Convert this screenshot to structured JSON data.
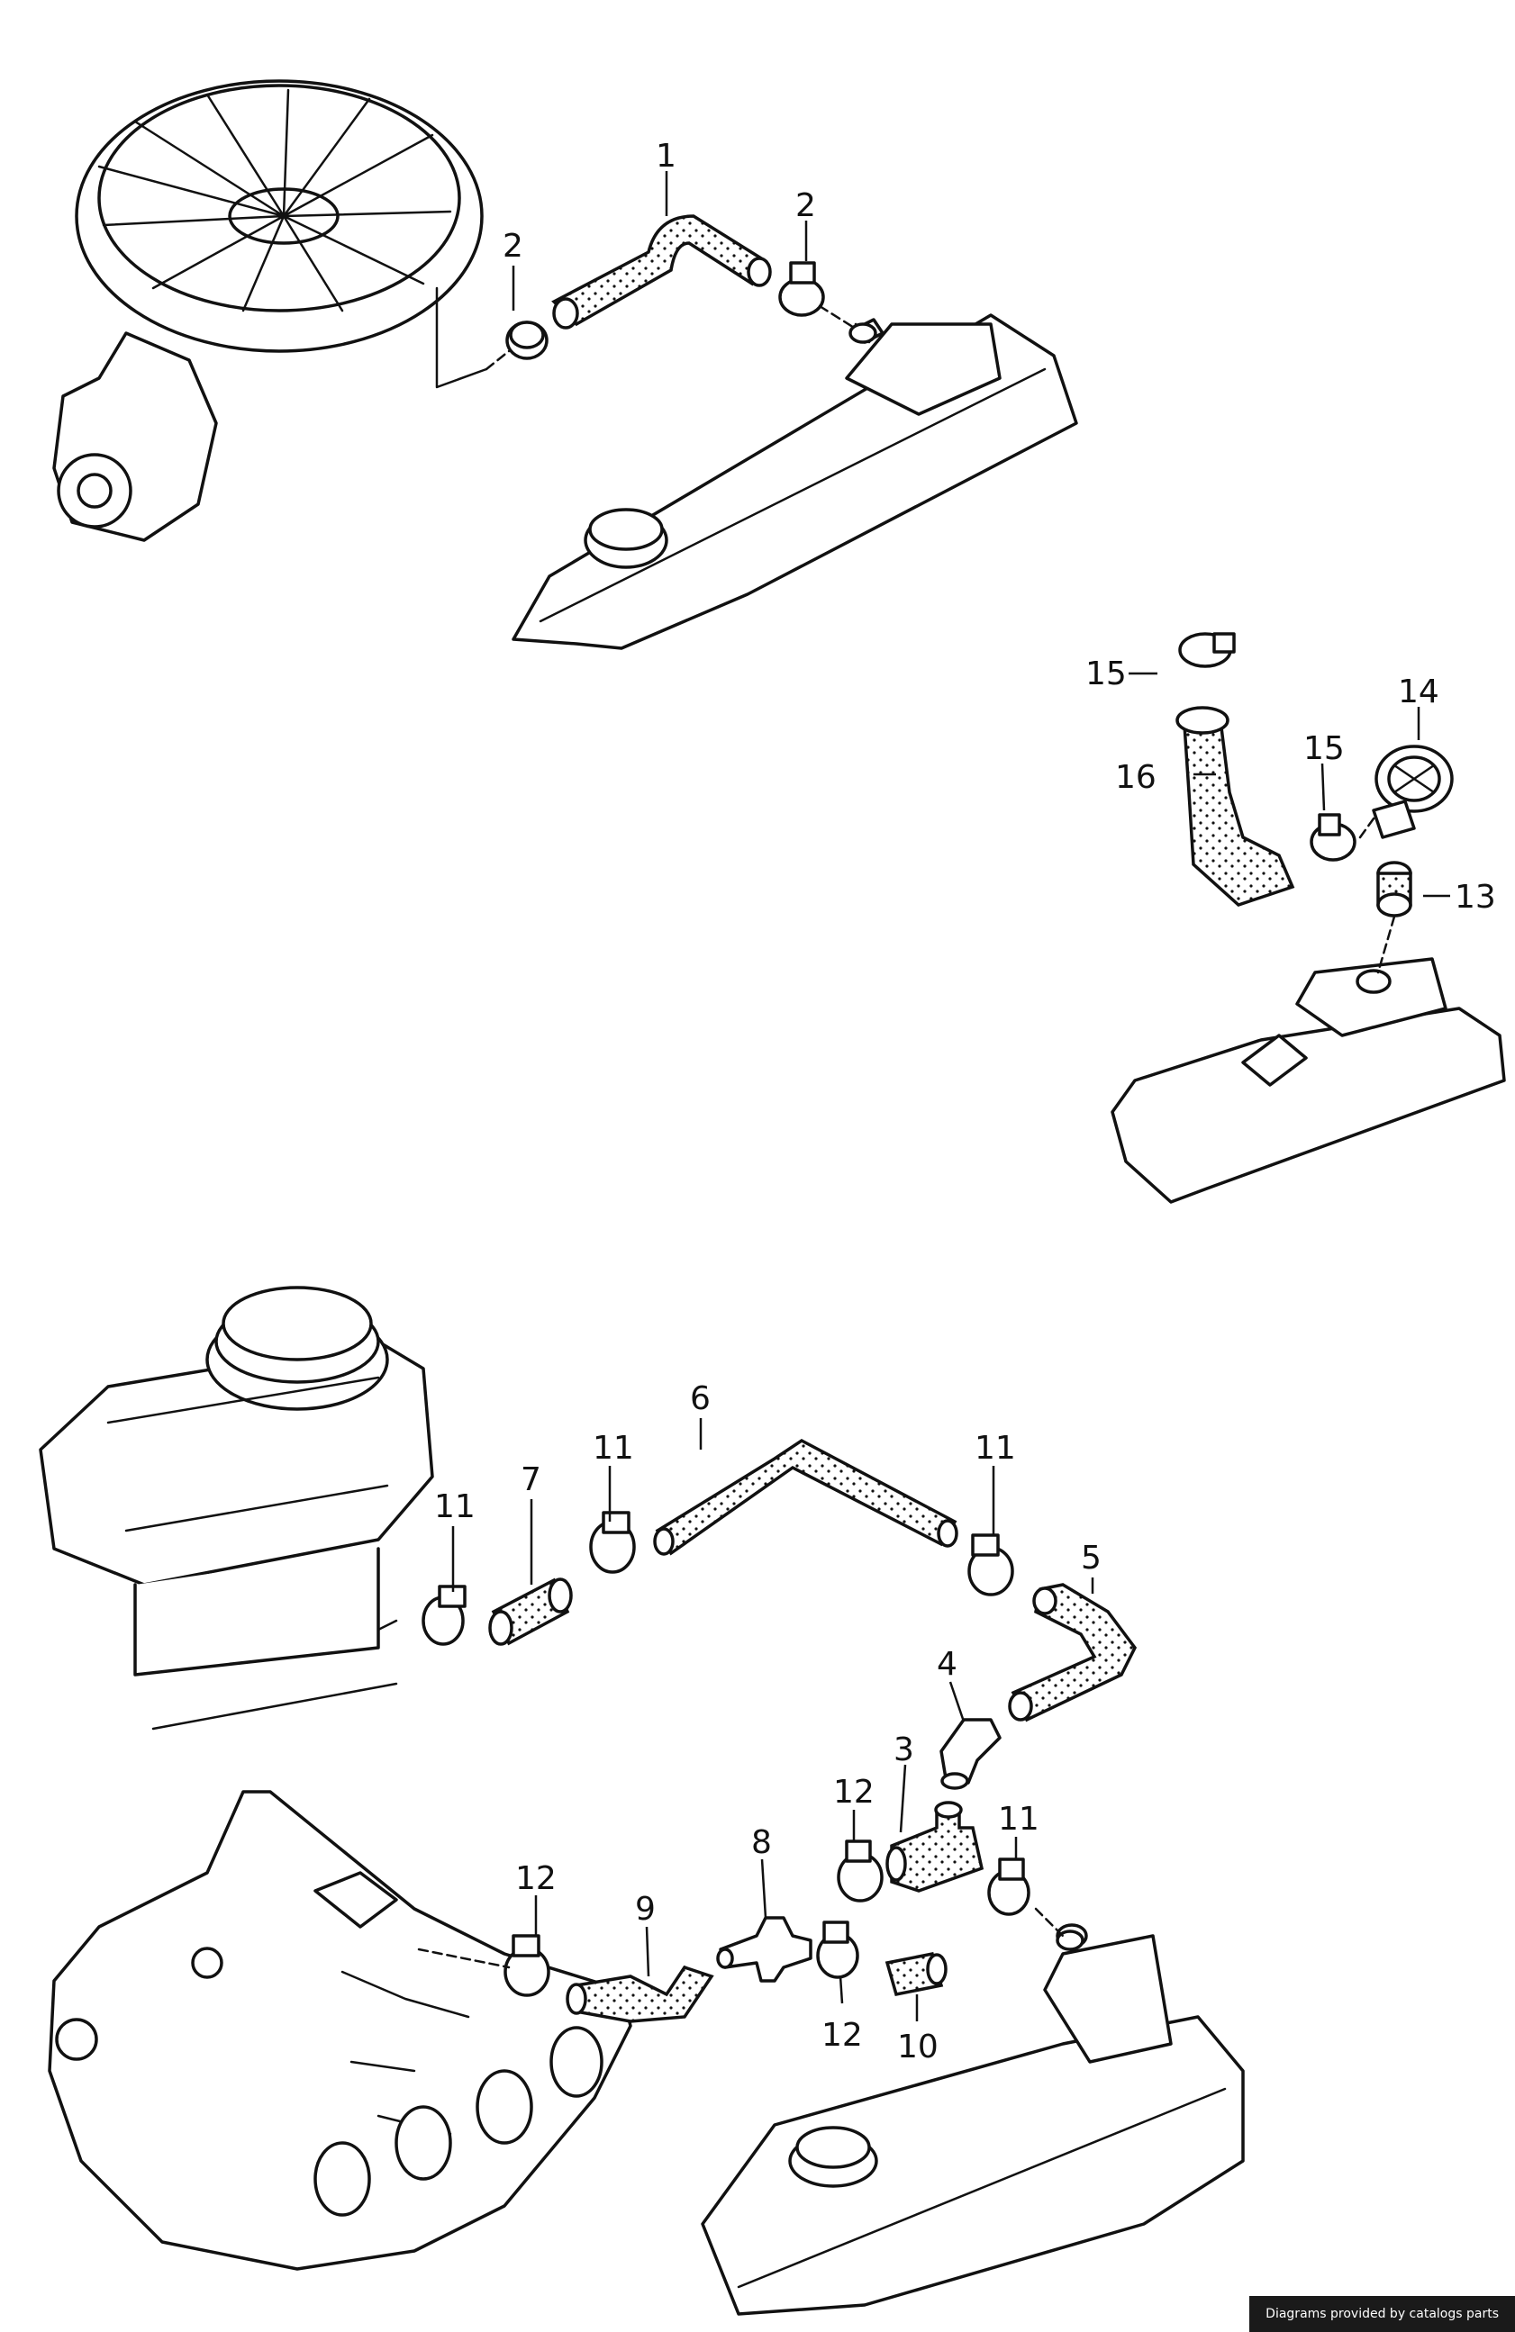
{
  "callouts": {
    "c1": "1",
    "c2a": "2",
    "c2b": "2",
    "c3": "3",
    "c4": "4",
    "c5": "5",
    "c6": "6",
    "c7": "7",
    "c8": "8",
    "c9": "9",
    "c10": "10",
    "c11a": "11",
    "c11b": "11",
    "c11c": "11",
    "c11d": "11",
    "c12a": "12",
    "c12b": "12",
    "c12c": "12",
    "c13": "13",
    "c14": "14",
    "c15a": "15",
    "c15b": "15",
    "c16": "16"
  },
  "footer": {
    "credit": "Diagrams provided by catalogs parts"
  },
  "colors": {
    "ink": "#111111",
    "credit_bg": "#1a1a1a"
  }
}
